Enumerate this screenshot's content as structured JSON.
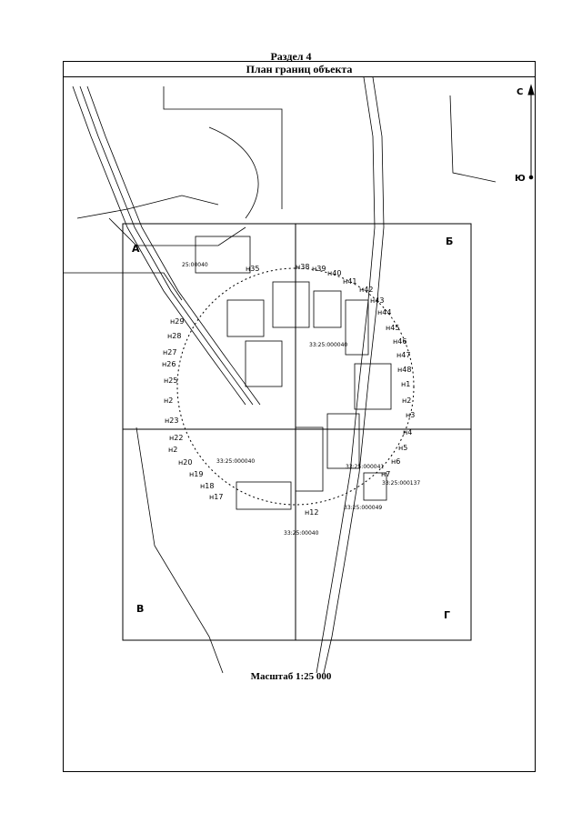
{
  "header": {
    "section": "Раздел 4",
    "plan_title": "План границ объекта"
  },
  "compass": {
    "north": "С",
    "south": "Ю"
  },
  "sheets": {
    "a": "А",
    "b": "Б",
    "v": "В",
    "g": "Г"
  },
  "boundary_points": [
    "н29",
    "н28",
    "н27",
    "н26",
    "н25",
    "н2",
    "н23",
    "н22",
    "н2",
    "н20",
    "н19",
    "н18",
    "н17",
    "н12",
    "н35",
    "н38",
    "н39",
    "н40",
    "н41",
    "н42",
    "н43",
    "н44",
    "н45",
    "н46",
    "н47",
    "н48",
    "н1",
    "н2",
    "н3",
    "н4",
    "н5",
    "н6",
    "н7"
  ],
  "parcel_labels": [
    "25:00040",
    "33:25:000040",
    "33:25:000040",
    "33:25:000041",
    "33:25:000137",
    "33:25:000049",
    "33:25:00040"
  ],
  "scale_label": "Масштаб 1:25 000"
}
